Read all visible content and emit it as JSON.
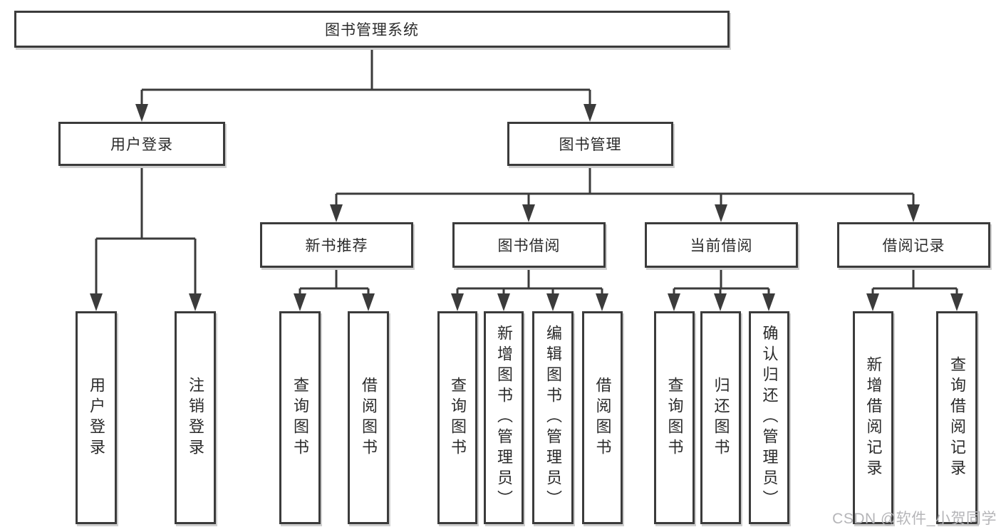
{
  "diagram_type": "hierarchy-chart",
  "nodes": {
    "root": {
      "label": "图书管理系统"
    },
    "user_login": {
      "label": "用户登录"
    },
    "book_mgmt": {
      "label": "图书管理"
    },
    "new_books": {
      "label": "新书推荐"
    },
    "book_borrow": {
      "label": "图书借阅"
    },
    "current_borrow": {
      "label": "当前借阅"
    },
    "borrow_records": {
      "label": "借阅记录"
    },
    "ul_login": {
      "label": "用户登录"
    },
    "ul_logout": {
      "label": "注销登录"
    },
    "nb_query": {
      "label": "查询图书"
    },
    "nb_borrow": {
      "label": "借阅图书"
    },
    "bb_query": {
      "label": "查询图书"
    },
    "bb_add": {
      "label": "新增图书（管理员）"
    },
    "bb_edit": {
      "label": "编辑图书（管理员）"
    },
    "bb_borrow": {
      "label": "借阅图书"
    },
    "cb_query": {
      "label": "查询图书"
    },
    "cb_return": {
      "label": "归还图书"
    },
    "cb_confirm": {
      "label": "确认归还（管理员）"
    },
    "br_add": {
      "label": "新增借阅记录"
    },
    "br_query": {
      "label": "查询借阅记录"
    }
  },
  "structure": {
    "图书管理系统": {
      "用户登录": [
        "用户登录",
        "注销登录"
      ],
      "图书管理": {
        "新书推荐": [
          "查询图书",
          "借阅图书"
        ],
        "图书借阅": [
          "查询图书",
          "新增图书（管理员）",
          "编辑图书（管理员）",
          "借阅图书"
        ],
        "当前借阅": [
          "查询图书",
          "归还图书",
          "确认归还（管理员）"
        ],
        "借阅记录": [
          "新增借阅记录",
          "查询借阅记录"
        ]
      }
    }
  },
  "watermark": "CSDN @软件_小贺同学",
  "colors": {
    "line": "#3b3b3b",
    "text": "#2b2b2b",
    "box_background": "#ffffff",
    "page_background": "#ffffff",
    "watermark": "#b5b5b8"
  }
}
